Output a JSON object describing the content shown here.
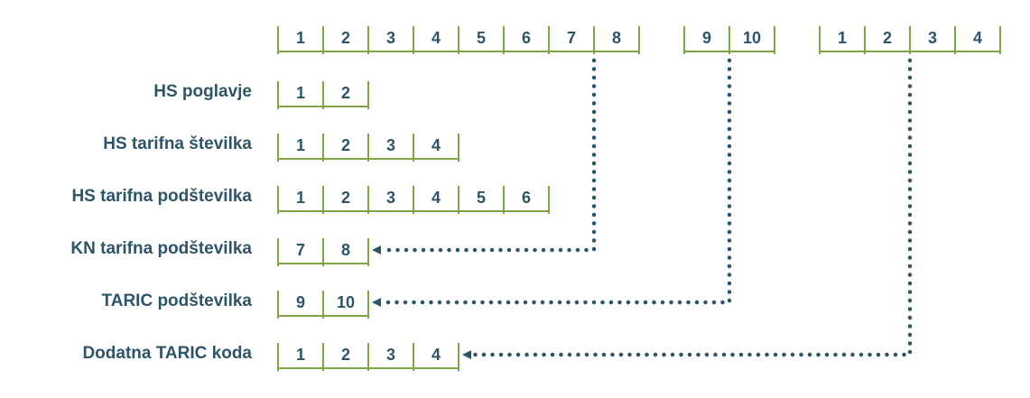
{
  "header_groups": [
    {
      "name": "main-group",
      "cells": [
        "1",
        "2",
        "3",
        "4",
        "5",
        "6",
        "7",
        "8"
      ]
    },
    {
      "name": "taric-group",
      "cells": [
        "9",
        "10"
      ]
    },
    {
      "name": "additional-group",
      "cells": [
        "1",
        "2",
        "3",
        "4"
      ]
    }
  ],
  "rows": [
    {
      "label": "HS poglavje",
      "cells": [
        "1",
        "2"
      ]
    },
    {
      "label": "HS tarifna številka",
      "cells": [
        "1",
        "2",
        "3",
        "4"
      ]
    },
    {
      "label": "HS tarifna podštevilka",
      "cells": [
        "1",
        "2",
        "3",
        "4",
        "5",
        "6"
      ]
    },
    {
      "label": "KN tarifna podštevilka",
      "cells": [
        "7",
        "8"
      ]
    },
    {
      "label": "TARIC podštevilka",
      "cells": [
        "9",
        "10"
      ]
    },
    {
      "label": "Dodatna TARIC koda",
      "cells": [
        "1",
        "2",
        "3",
        "4"
      ]
    }
  ],
  "colors": {
    "text": "#2e5468",
    "box": "#7fa443",
    "connector": "#2e5468"
  }
}
